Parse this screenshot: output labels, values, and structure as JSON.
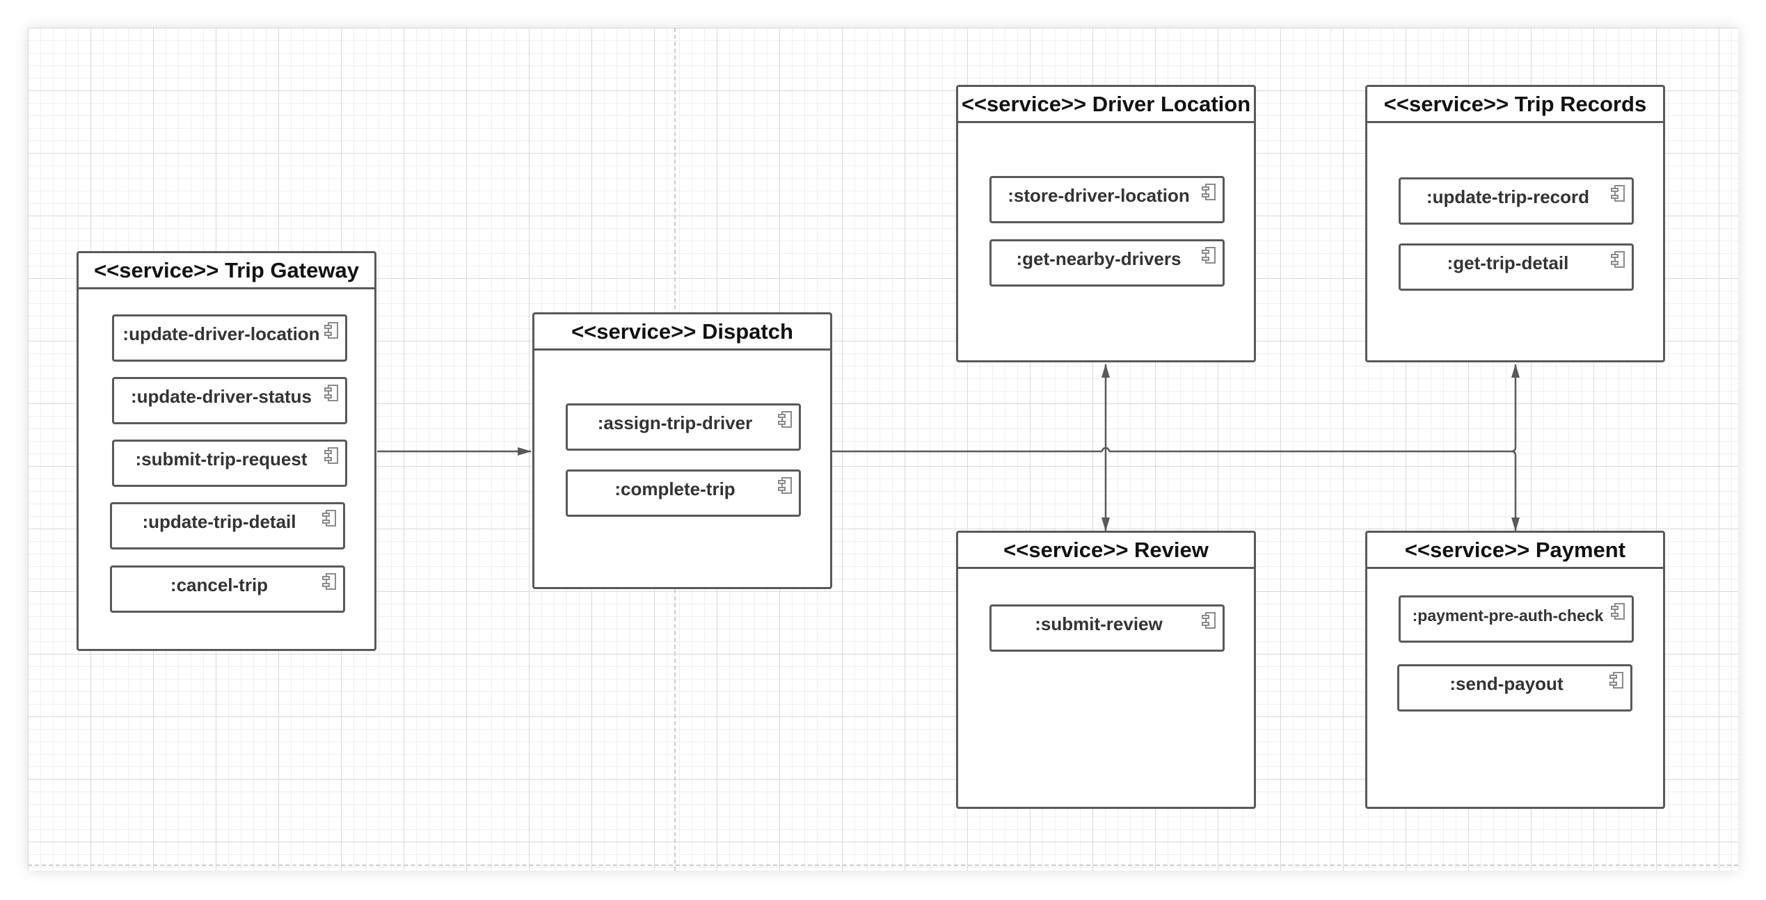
{
  "diagram": {
    "services": {
      "trip_gateway": {
        "title": "<<service>> Trip Gateway",
        "components": [
          {
            "label": ":update-driver-location",
            "icon": "component-icon"
          },
          {
            "label": ":update-driver-status",
            "icon": "component-icon"
          },
          {
            "label": ":submit-trip-request",
            "icon": "component-icon"
          },
          {
            "label": ":update-trip-detail",
            "icon": "component-icon"
          },
          {
            "label": ":cancel-trip",
            "icon": "component-icon"
          }
        ]
      },
      "dispatch": {
        "title": "<<service>> Dispatch",
        "components": [
          {
            "label": ":assign-trip-driver",
            "icon": "component-icon"
          },
          {
            "label": ":complete-trip",
            "icon": "component-icon"
          }
        ]
      },
      "driver_location": {
        "title": "<<service>> Driver Location",
        "components": [
          {
            "label": ":store-driver-location",
            "icon": "component-icon"
          },
          {
            "label": ":get-nearby-drivers",
            "icon": "component-icon"
          }
        ]
      },
      "trip_records": {
        "title": "<<service>> Trip Records",
        "components": [
          {
            "label": ":update-trip-record",
            "icon": "component-icon"
          },
          {
            "label": ":get-trip-detail",
            "icon": "component-icon"
          }
        ]
      },
      "review": {
        "title": "<<service>> Review",
        "components": [
          {
            "label": ":submit-review",
            "icon": "component-icon"
          }
        ]
      },
      "payment": {
        "title": "<<service>> Payment",
        "components": [
          {
            "label": ":payment-pre-auth-check",
            "icon": "component-icon"
          },
          {
            "label": ":send-payout",
            "icon": "component-icon"
          }
        ]
      }
    },
    "connections": [
      {
        "from": "trip_gateway",
        "to": "dispatch",
        "arrow": "end"
      },
      {
        "from": "dispatch",
        "to": "driver_location",
        "arrow": "end"
      },
      {
        "from": "dispatch",
        "to": "review",
        "arrow": "end"
      },
      {
        "from": "dispatch",
        "to": "trip_records",
        "arrow": "end"
      },
      {
        "from": "dispatch",
        "to": "payment",
        "arrow": "end"
      }
    ],
    "colors": {
      "line": "#595959",
      "grid_major": "#d9d9d9",
      "grid_minor": "#efefef",
      "page_break": "#cccccc"
    }
  }
}
